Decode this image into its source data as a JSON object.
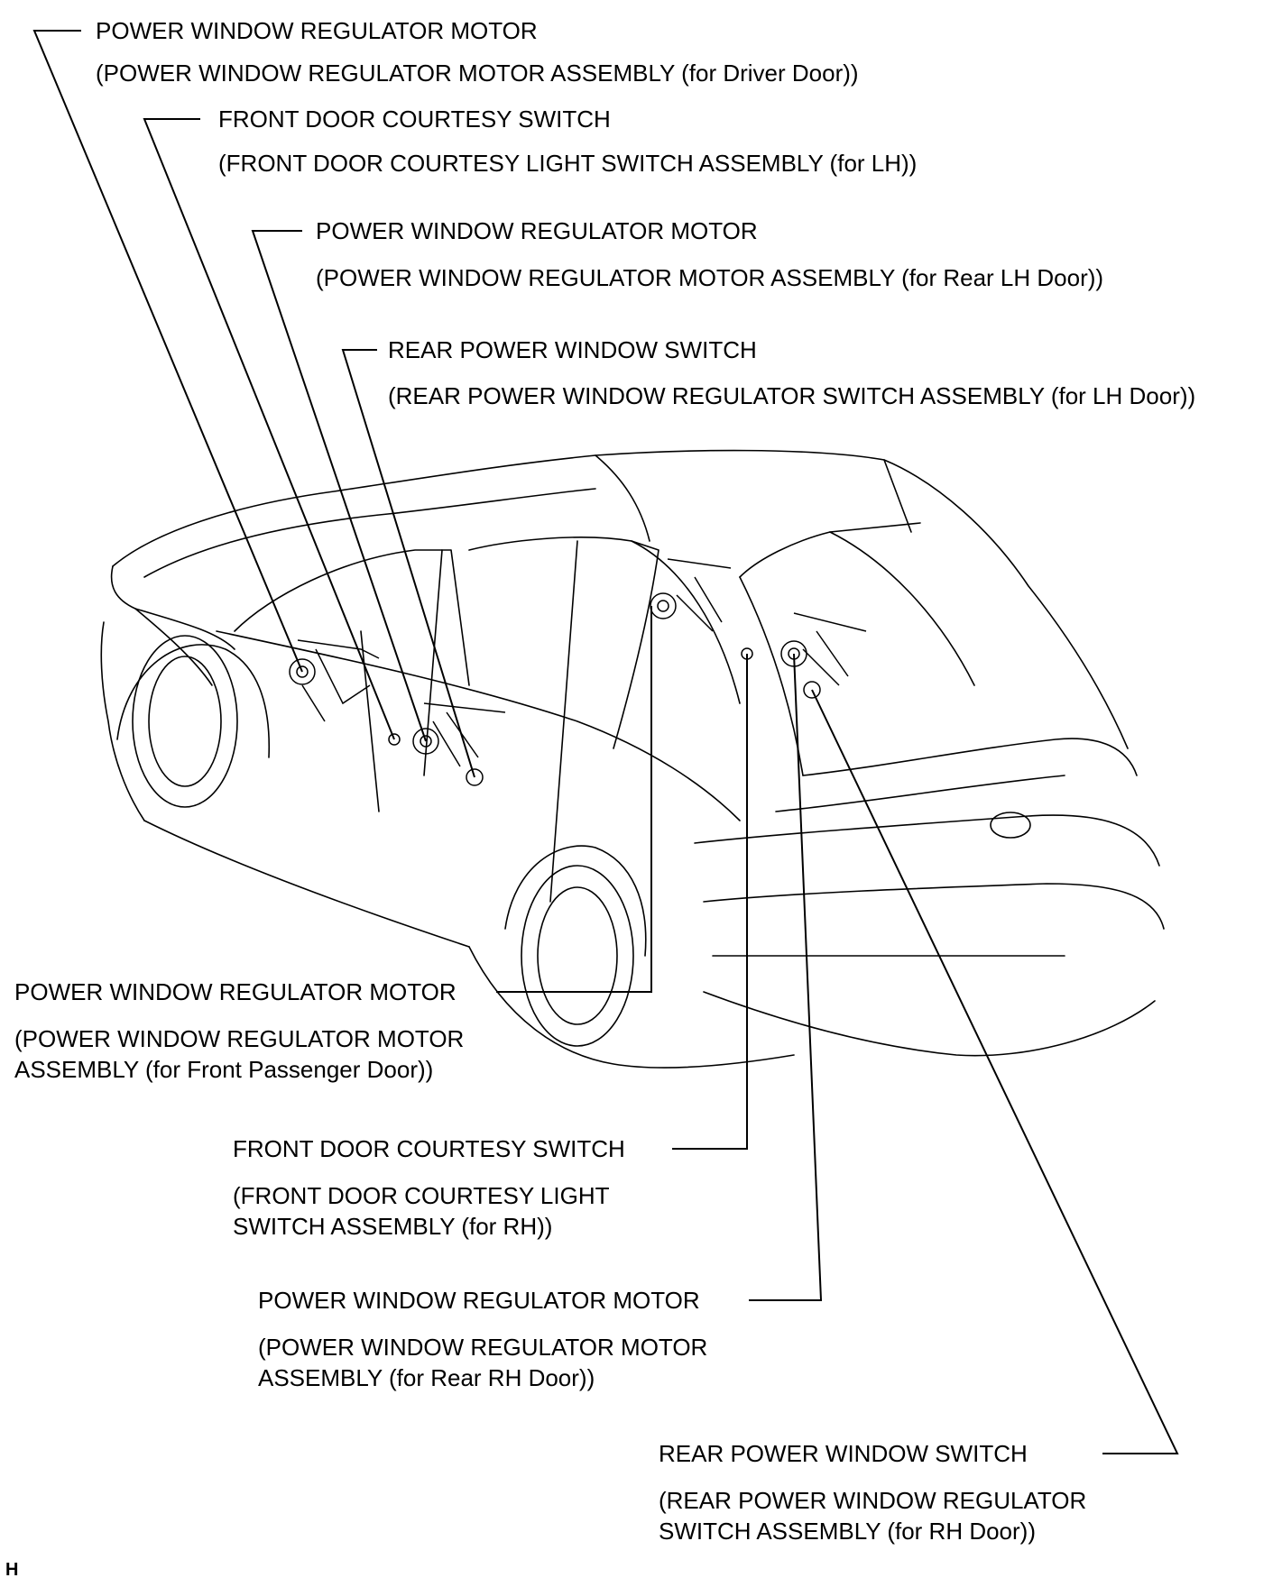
{
  "callouts": [
    {
      "id": "c1",
      "title": "POWER WINDOW REGULATOR MOTOR",
      "detail": "(POWER WINDOW REGULATOR MOTOR ASSEMBLY (for Driver Door))"
    },
    {
      "id": "c2",
      "title": "FRONT DOOR COURTESY SWITCH",
      "detail": "(FRONT DOOR COURTESY LIGHT SWITCH ASSEMBLY (for LH))"
    },
    {
      "id": "c3",
      "title": "POWER WINDOW REGULATOR MOTOR",
      "detail": "(POWER WINDOW REGULATOR MOTOR ASSEMBLY (for Rear LH Door))"
    },
    {
      "id": "c4",
      "title": "REAR POWER WINDOW SWITCH",
      "detail": "(REAR POWER WINDOW REGULATOR SWITCH ASSEMBLY (for LH Door))"
    },
    {
      "id": "c5",
      "title": "POWER WINDOW REGULATOR MOTOR",
      "detail_line1": "(POWER WINDOW REGULATOR MOTOR",
      "detail_line2": "ASSEMBLY (for Front Passenger Door))"
    },
    {
      "id": "c6",
      "title": "FRONT DOOR COURTESY SWITCH",
      "detail_line1": "(FRONT DOOR COURTESY LIGHT",
      "detail_line2": "SWITCH ASSEMBLY (for RH))"
    },
    {
      "id": "c7",
      "title": "POWER WINDOW REGULATOR MOTOR",
      "detail_line1": "(POWER WINDOW REGULATOR MOTOR",
      "detail_line2": "ASSEMBLY (for Rear RH Door))"
    },
    {
      "id": "c8",
      "title": "REAR POWER WINDOW SWITCH",
      "detail_line1": "(REAR POWER WINDOW REGULATOR",
      "detail_line2": "SWITCH ASSEMBLY (for RH Door))"
    }
  ],
  "corner_mark": "H"
}
